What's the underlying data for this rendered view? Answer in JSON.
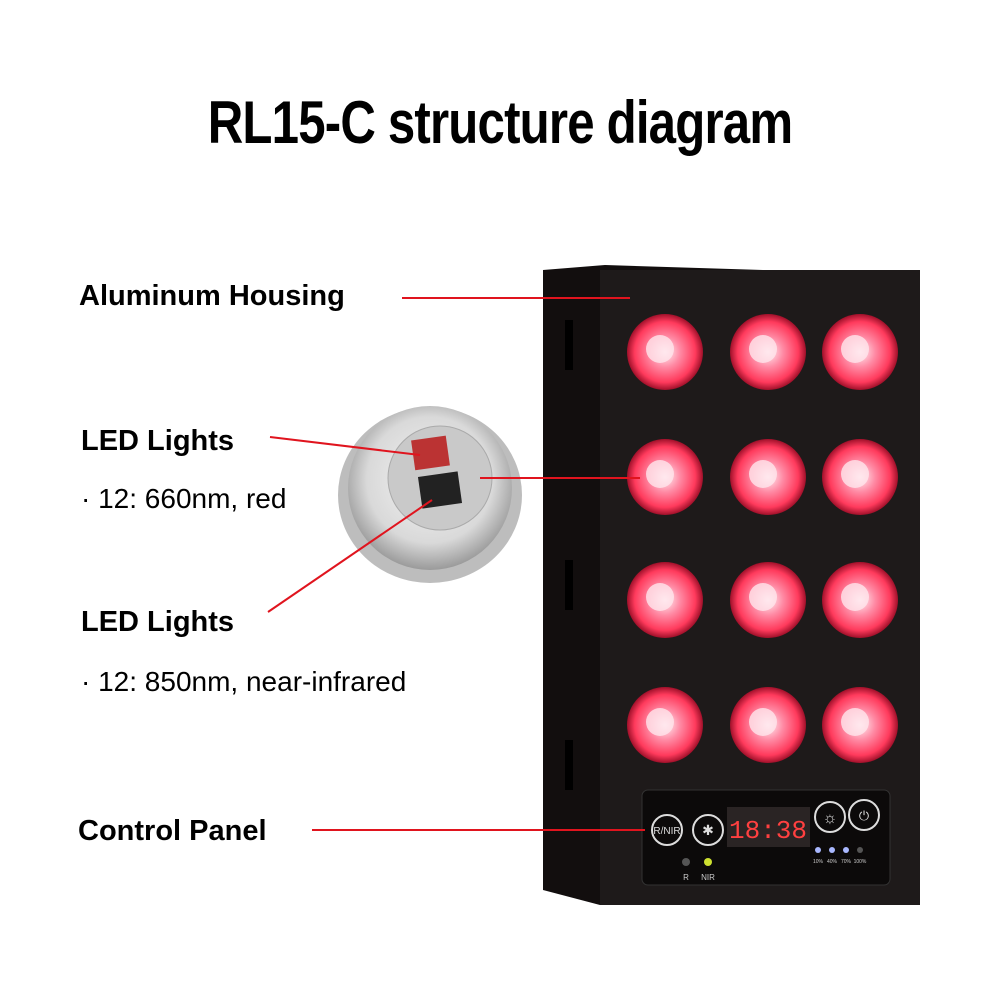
{
  "title": "RL15-C structure diagram",
  "labels": {
    "housing": "Aluminum Housing",
    "led1": "LED Lights",
    "led1_detail": "· 12: 660nm, red",
    "led2": "LED Lights",
    "led2_detail": "· 12: 850nm, near-infrared",
    "control": "Control Panel"
  },
  "control_panel": {
    "mode_button": "R/NIR",
    "display": "18:38",
    "indicators": [
      "R",
      "NIR"
    ],
    "levels": [
      "10%",
      "40%",
      "70%",
      "100%"
    ]
  },
  "colors": {
    "leader_line": "#e0141e",
    "led_glow": "#ff3a5c",
    "housing": "#1a1616"
  }
}
